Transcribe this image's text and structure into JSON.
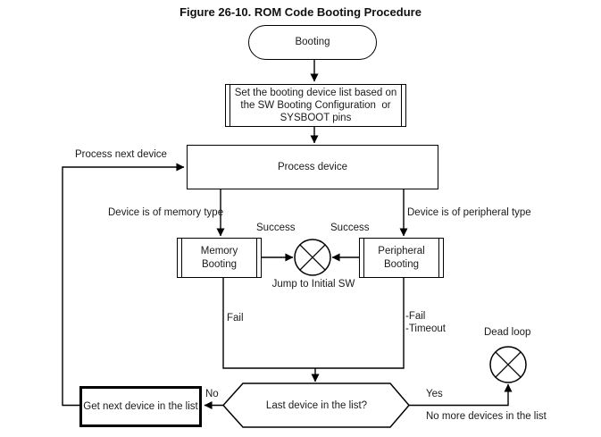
{
  "figure": {
    "title": "Figure 26-10. ROM Code Booting Procedure"
  },
  "colors": {
    "line": "#000000",
    "text": "#1a1a1a",
    "background": "#ffffff"
  },
  "nodes": {
    "booting": {
      "label": "Booting",
      "type": "terminator"
    },
    "set_booting_list": {
      "label": "Set the booting device list based on\nthe SW Booting Configuration  or\nSYSBOOT pins",
      "type": "predefined-process"
    },
    "process_device": {
      "label": "Process device",
      "type": "process"
    },
    "memory_booting": {
      "label": "Memory\nBooting",
      "type": "predefined-process"
    },
    "peripheral_booting": {
      "label": "Peripheral\nBooting",
      "type": "predefined-process"
    },
    "jump_junction": {
      "label": "Jump to Initial SW",
      "type": "junction-circle"
    },
    "dead_loop_junction": {
      "label": "Dead loop",
      "type": "junction-circle"
    },
    "last_device_decision": {
      "label": "Last device in the list?",
      "type": "decision-hexagon"
    },
    "get_next_device": {
      "label": "Get next device in the list",
      "type": "process"
    }
  },
  "edge_labels": {
    "process_next_device": "Process next device",
    "device_memory_type": "Device is of memory type",
    "device_peripheral_type": "Device is of peripheral type",
    "success_memory": "Success",
    "success_peripheral": "Success",
    "fail_memory": "Fail",
    "fail_peripheral": "-Fail\n-Timeout",
    "yes": "Yes",
    "no": "No",
    "no_more_devices": "No more devices in the list"
  }
}
